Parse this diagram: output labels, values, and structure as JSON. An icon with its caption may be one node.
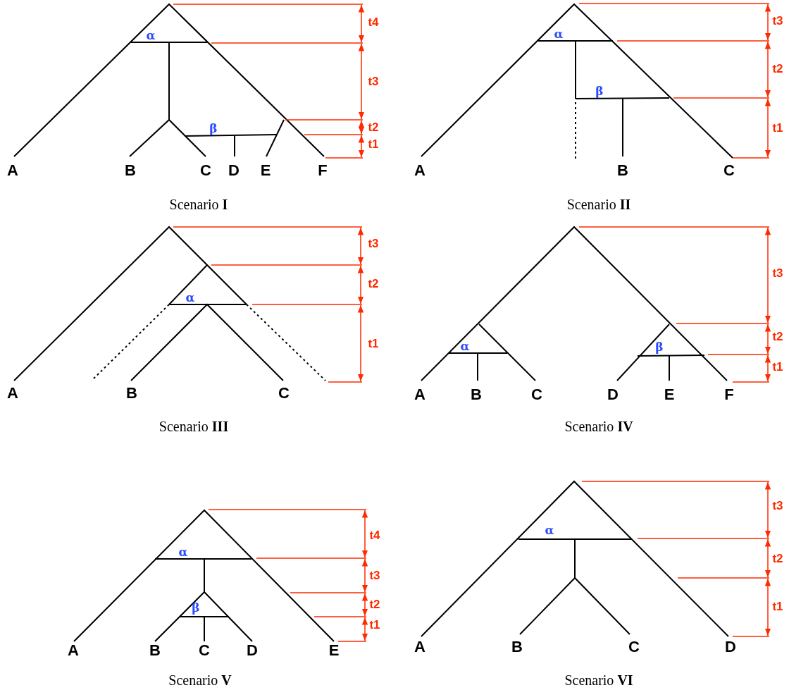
{
  "diagram": {
    "labels": [
      "α",
      "β",
      "t4",
      "t3",
      "t2",
      "t1",
      "A",
      "B",
      "C",
      "D",
      "E",
      "F",
      "Scenario **I**",
      "α",
      "β",
      "t3",
      "t2",
      "t1",
      "A",
      "B",
      "C",
      "Scenario **II**",
      "α",
      "t3",
      "t2",
      "t1",
      "A",
      "B",
      "C",
      "Scenario **III**",
      "α",
      "β",
      "t3",
      "t2",
      "t1",
      "A",
      "B",
      "C",
      "D",
      "E",
      "F",
      "Scenario **IV**",
      "α",
      "β",
      "t4",
      "t3",
      "t2",
      "t1",
      "A",
      "B",
      "C",
      "D",
      "E",
      "Scenario **V**",
      "α",
      "t3",
      "t2",
      "t1",
      "A",
      "B",
      "C",
      "D",
      "Scenario **VI**"
    ]
  }
}
